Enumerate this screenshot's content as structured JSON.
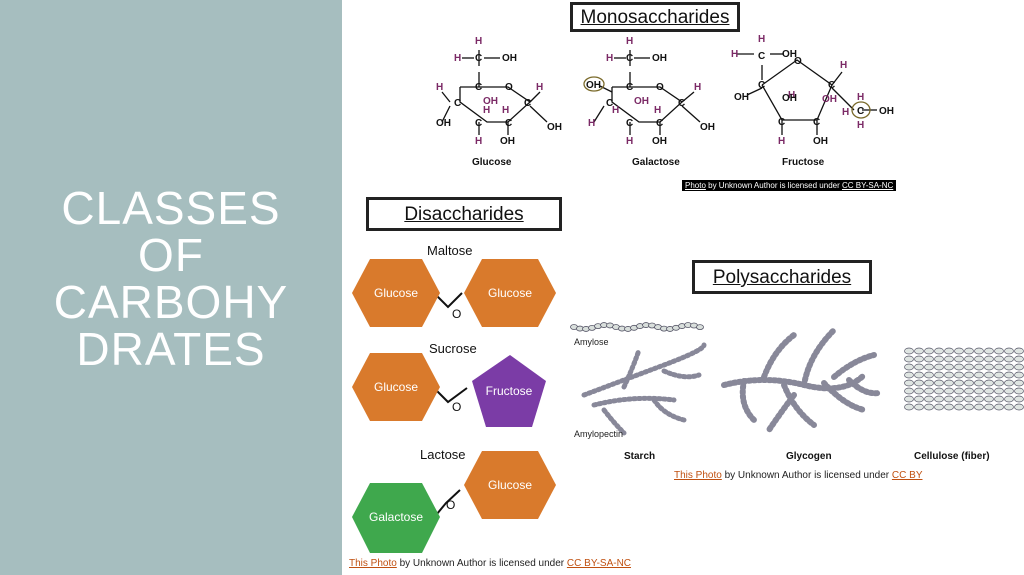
{
  "slide": {
    "title_lines": [
      "CLASSES",
      "OF",
      "CARBOHY",
      "DRATES"
    ],
    "colors": {
      "panel": "#a6bebf",
      "orange": "#d97a2c",
      "purple": "#7b3ca6",
      "green": "#3fa84d",
      "atom_h": "#7b2a66"
    }
  },
  "monosaccharides": {
    "heading": "Monosaccharides",
    "molecules": [
      "Glucose",
      "Galactose",
      "Fructose"
    ],
    "credit": {
      "prefix": "Photo",
      "middle": " by Unknown Author is licensed under ",
      "license": "CC BY-SA-NC"
    }
  },
  "disaccharides": {
    "heading": "Disaccharides",
    "link_atom": "O",
    "pairs": [
      {
        "name": "Maltose",
        "left": "Glucose",
        "right": "Glucose"
      },
      {
        "name": "Sucrose",
        "left": "Glucose",
        "right": "Fructose"
      },
      {
        "name": "Lactose",
        "left": "Galactose",
        "right": "Glucose"
      }
    ],
    "credit": {
      "prefix": "This Photo",
      "middle": " by Unknown Author is licensed under ",
      "license": "CC BY-SA-NC"
    }
  },
  "polysaccharides": {
    "heading": "Polysaccharides",
    "labels": {
      "amylose": "Amylose",
      "amylopectin": "Amylopectin"
    },
    "captions": [
      "Starch",
      "Glycogen",
      "Cellulose (fiber)"
    ],
    "credit": {
      "prefix": "This Photo",
      "middle": " by Unknown Author is licensed under ",
      "license": "CC BY"
    }
  }
}
